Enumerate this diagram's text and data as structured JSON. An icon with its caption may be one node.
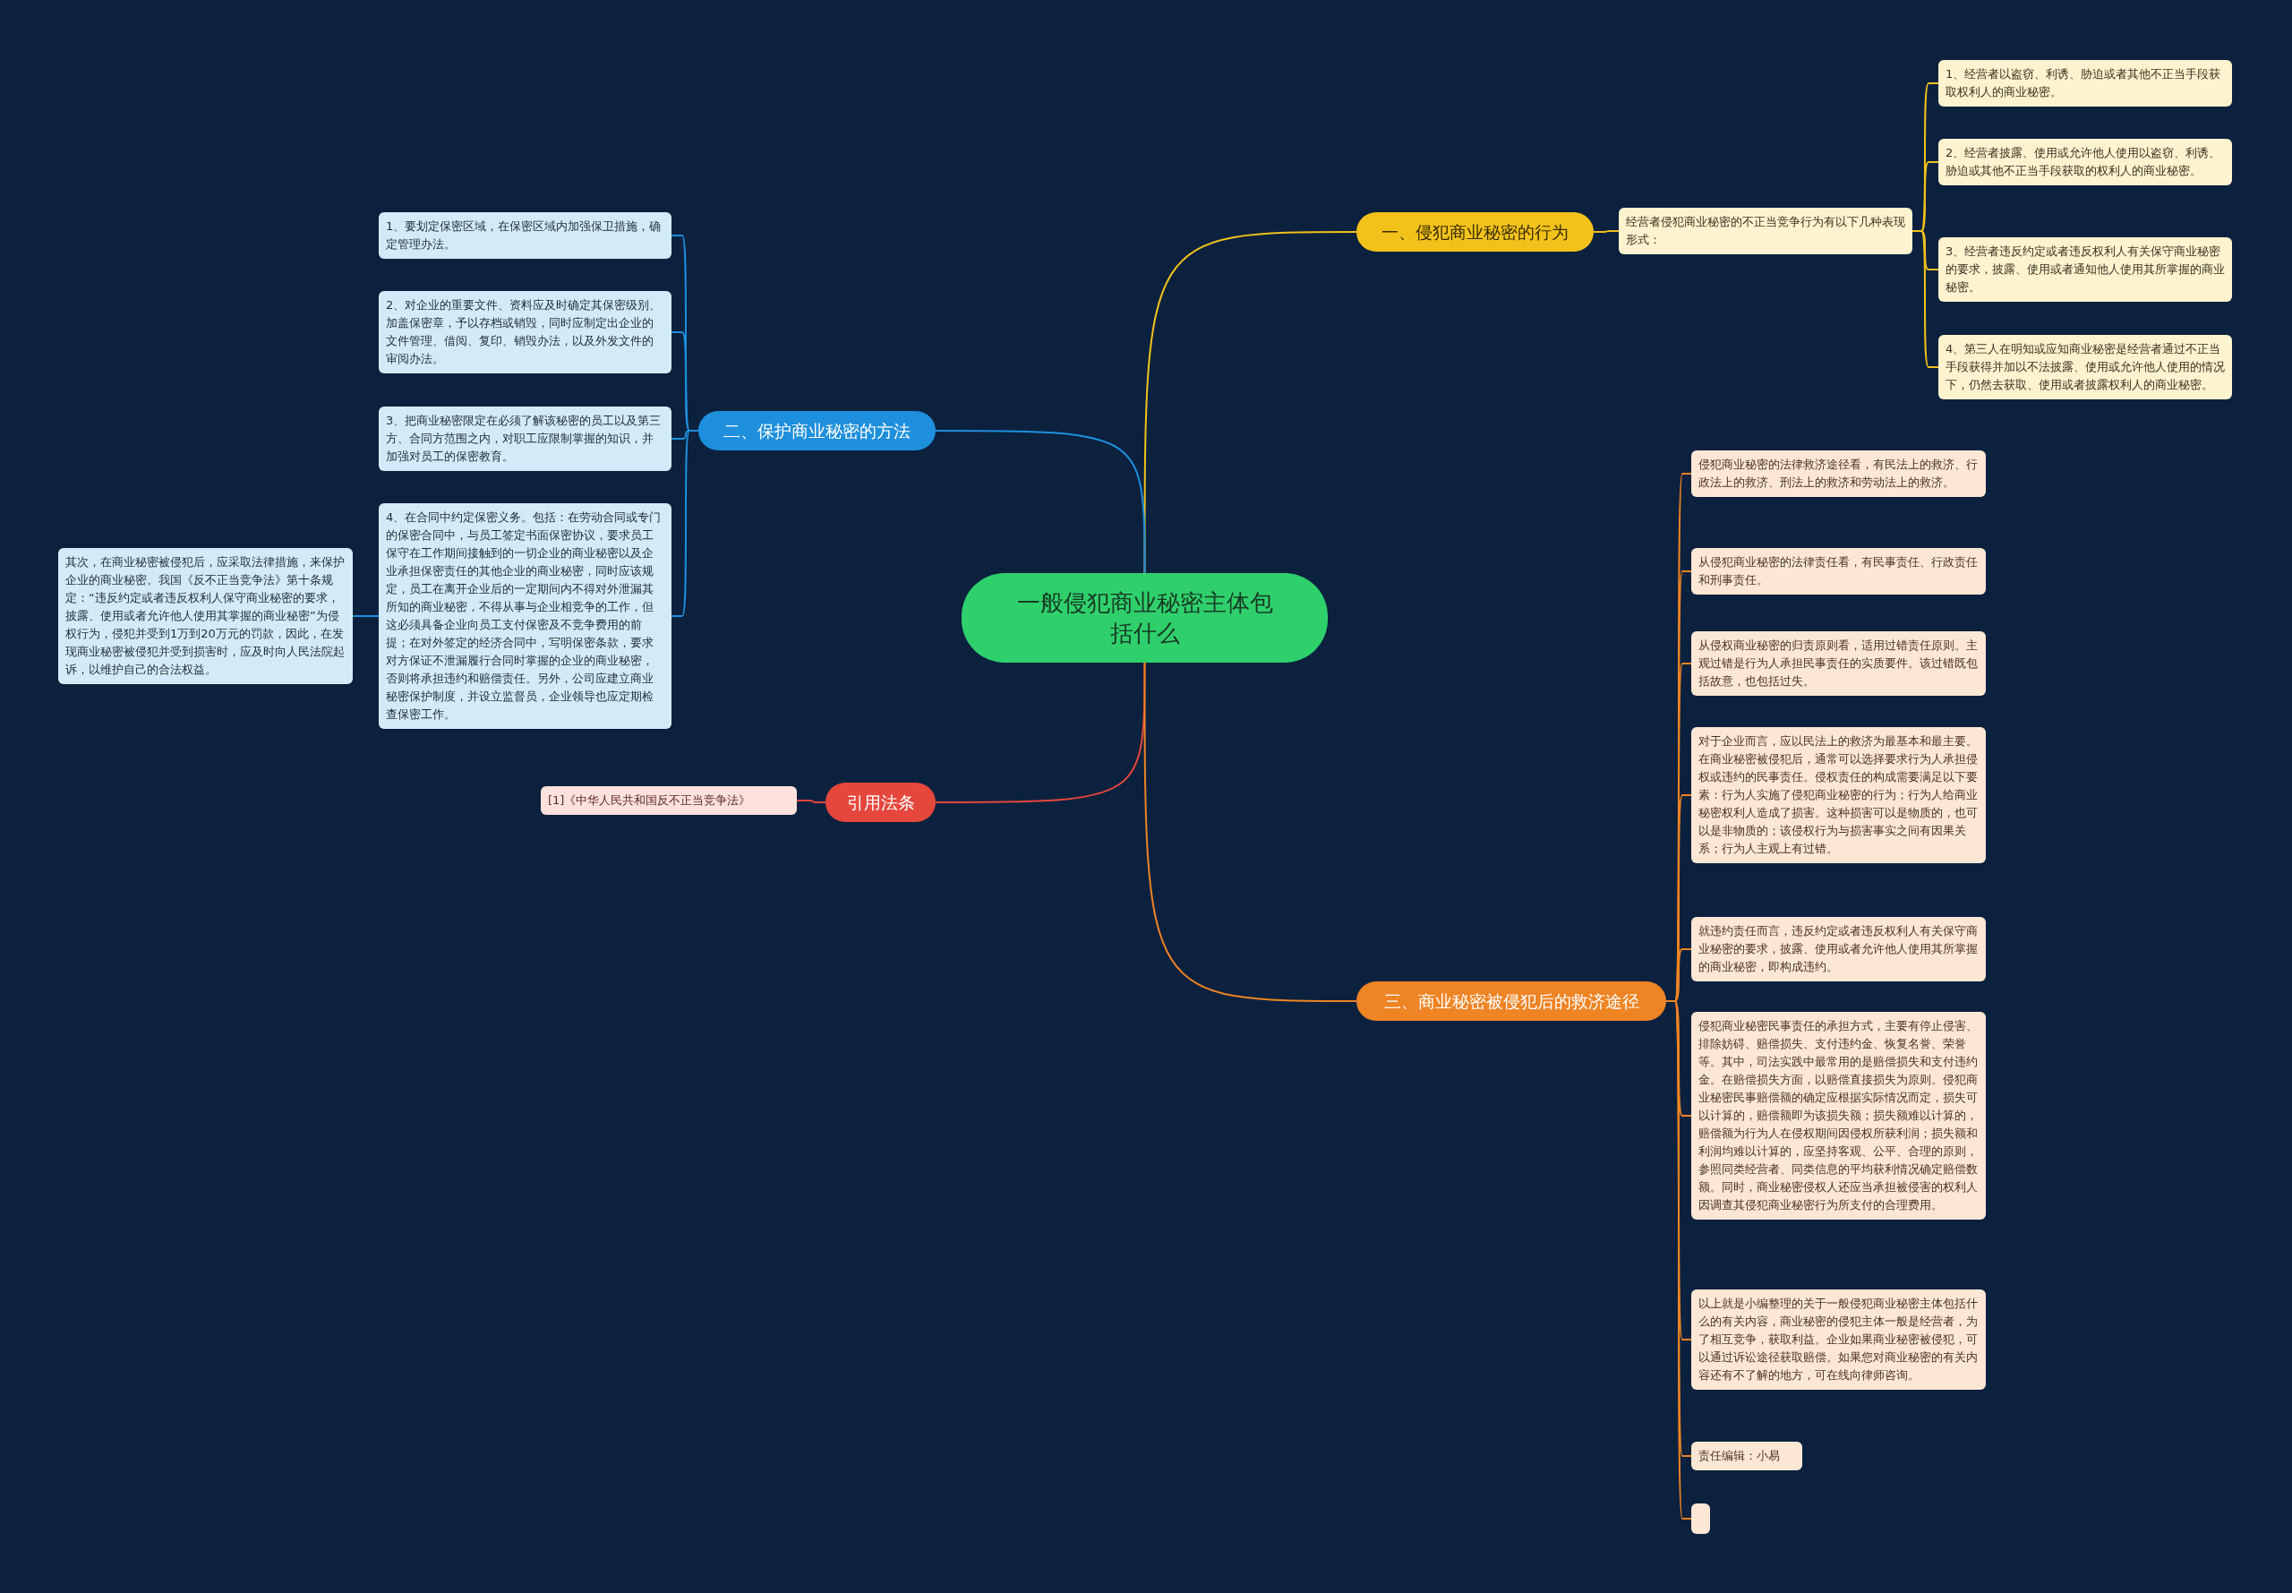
{
  "diagram": {
    "nodes": [
      {
        "text": [
          "一般侵犯商业秘密主体包括什么"
        ]
      },
      {
        "text": [
          "一、侵犯商业秘密的行为"
        ]
      },
      {
        "text": [
          "经营者侵犯商业秘密的不正当竞争行为有以下几种表现形式："
        ]
      },
      {
        "text": [
          "1、经营者以盗窃、利诱、胁迫或者其他不正当手段获取权利人的商业秘密。"
        ]
      },
      {
        "text": [
          "2、经营者披露、使用或允许他人使用以盗窃、利诱、胁迫或其他不正当手段获取的权利人的商业秘密。"
        ]
      },
      {
        "text": [
          "3、经营者违反约定或者违反权利人有关保守商业秘密的要求，披露、使用或者通知他人使用其所掌握的商业秘密。"
        ]
      },
      {
        "text": [
          "4、第三人在明知或应知商业秘密是经营者通过不正当手段获得并加以不法披露、使用或允许他人使用的情况下，仍然去获取、使用或者披露权利人的商业秘密。"
        ]
      },
      {
        "text": [
          "二、保护商业秘密的方法"
        ]
      },
      {
        "text": [
          "1、要划定保密区域，在保密区域内加强保卫措施，确定管理办法。"
        ]
      },
      {
        "text": [
          "2、对企业的重要文件、资料应及时确定其保密级别、加盖保密章，予以存档或销毁，同时应制定出企业的文件管理、借阅、复印、销毁办法，以及外发文件的审阅办法。"
        ]
      },
      {
        "text": [
          "3、把商业秘密限定在必须了解该秘密的员工以及第三方、合同方范围之内，对职工应限制掌握的知识，并加强对员工的保密教育。"
        ]
      },
      {
        "text": [
          "4、在合同中约定保密义务。包括：在劳动合同或专门的保密合同中，与员工签定书面保密协议，要求员工保守在工作期间接触到的一切企业的商业秘密以及企业承担保密责任的其他企业的商业秘密，同时应该规定，员工在离开企业后的一定期间内不得对外泄漏其所知的商业秘密，不得从事与企业相竞争的工作，但这必须具备企业向员工支付保密及不竞争费用的前提；在对外签定的经济合同中，写明保密条款，要求对方保证不泄漏履行合同时掌握的企业的商业秘密，否则将承担违约和赔偿责任。另外，公司应建立商业秘密保护制度，并设立监督员，企业领导也应定期检查保密工作。"
        ]
      },
      {
        "text": [
          "其次，在商业秘密被侵犯后，应采取法律措施，来保护企业的商业秘密。我国《反不正当竞争法》第十条规定：“违反约定或者违反权利人保守商业秘密的要求，披露、使用或者允许他人使用其掌握的商业秘密”为侵权行为，侵犯并受到1万到20万元的罚款，因此，在发现商业秘密被侵犯并受到损害时，应及时向人民法院起诉，以维护自己的合法权益。"
        ]
      },
      {
        "text": [
          "引用法条"
        ]
      },
      {
        "text": [
          "[1]《中华人民共和国反不正当竞争法》"
        ]
      },
      {
        "text": [
          "三、商业秘密被侵犯后的救济途径"
        ]
      },
      {
        "text": [
          "侵犯商业秘密的法律救济途径看，有民法上的救济、行政法上的救济、刑法上的救济和劳动法上的救济。"
        ]
      },
      {
        "text": [
          "从侵犯商业秘密的法律责任看，有民事责任、行政责任和刑事责任。"
        ]
      },
      {
        "text": [
          "从侵权商业秘密的归责原则看，适用过错责任原则。主观过错是行为人承担民事责任的实质要件。该过错既包括故意，也包括过失。"
        ]
      },
      {
        "text": [
          "对于企业而言，应以民法上的救济为最基本和最主要。在商业秘密被侵犯后，通常可以选择要求行为人承担侵权或违约的民事责任。侵权责任的构成需要满足以下要素：行为人实施了侵犯商业秘密的行为；行为人给商业秘密权利人造成了损害。这种损害可以是物质的，也可以是非物质的；该侵权行为与损害事实之间有因果关系；行为人主观上有过错。"
        ]
      },
      {
        "text": [
          "就违约责任而言，违反约定或者违反权利人有关保守商业秘密的要求，披露、使用或者允许他人使用其所掌握的商业秘密，即构成违约。"
        ]
      },
      {
        "text": [
          "侵犯商业秘密民事责任的承担方式，主要有停止侵害、排除妨碍、赔偿损失、支付违约金、恢复名誉、荣誉等。其中，司法实践中最常用的是赔偿损失和支付违约金。在赔偿损失方面，以赔偿直接损失为原则。侵犯商业秘密民事赔偿额的确定应根据实际情况而定，损失可以计算的，赔偿额即为该损失额；损失额难以计算的，赔偿额为行为人在侵权期间因侵权所获利润；损失额和利润均难以计算的，应坚持客观、公平、合理的原则，参照同类经营者、同类信息的平均获利情况确定赔偿数额。同时，商业秘密侵权人还应当承担被侵害的权利人因调查其侵犯商业秘密行为所支付的合理费用。"
        ]
      },
      {
        "text": [
          "以上就是小编整理的关于一般侵犯商业秘密主体包括什么的有关内容，商业秘密的侵犯主体一般是经营者，为了相互竞争，获取利益。企业如果商业秘密被侵犯，可以通过诉讼途径获取赔偿。如果您对商业秘密的有关内容还有不了解的地方，可在线向律师咨询。"
        ]
      },
      {
        "text": [
          "责任编辑：小易"
        ]
      },
      {
        "text": [],
        "shape": "box"
      }
    ],
    "edges": [
      {
        "from": 0,
        "to": 1,
        "arrow": "none",
        "color": "#f2c21b"
      },
      {
        "from": 1,
        "to": 2,
        "arrow": "none",
        "color": "#f2c21b"
      },
      {
        "from": 2,
        "to": 3,
        "arrow": "none",
        "color": "#f2c21b"
      },
      {
        "from": 2,
        "to": 4,
        "arrow": "none",
        "color": "#f2c21b"
      },
      {
        "from": 2,
        "to": 5,
        "arrow": "none",
        "color": "#f2c21b"
      },
      {
        "from": 2,
        "to": 6,
        "arrow": "none",
        "color": "#f2c21b"
      },
      {
        "from": 0,
        "to": 7,
        "arrow": "none",
        "color": "#1e8fdc"
      },
      {
        "from": 7,
        "to": 8,
        "arrow": "none",
        "color": "#1e8fdc"
      },
      {
        "from": 7,
        "to": 9,
        "arrow": "none",
        "color": "#1e8fdc"
      },
      {
        "from": 7,
        "to": 10,
        "arrow": "none",
        "color": "#1e8fdc"
      },
      {
        "from": 7,
        "to": 11,
        "arrow": "none",
        "color": "#1e8fdc"
      },
      {
        "from": 11,
        "to": 12,
        "arrow": "none",
        "color": "#1e8fdc"
      },
      {
        "from": 0,
        "to": 13,
        "arrow": "none",
        "color": "#e5473c"
      },
      {
        "from": 13,
        "to": 14,
        "arrow": "none",
        "color": "#e5473c"
      },
      {
        "from": 0,
        "to": 15,
        "arrow": "none"
      },
      {
        "from": 15,
        "to": 16,
        "arrow": "none"
      },
      {
        "from": 15,
        "to": 17,
        "arrow": "none"
      },
      {
        "from": 15,
        "to": 18,
        "arrow": "none"
      },
      {
        "from": 15,
        "to": 19,
        "arrow": "none"
      },
      {
        "from": 15,
        "to": 20,
        "arrow": "none"
      },
      {
        "from": 15,
        "to": 21,
        "arrow": "none"
      },
      {
        "from": 15,
        "to": 22,
        "arrow": "none"
      },
      {
        "from": 15,
        "to": 23,
        "arrow": "none"
      },
      {
        "from": 15,
        "to": 24,
        "arrow": "none"
      }
    ]
  }
}
